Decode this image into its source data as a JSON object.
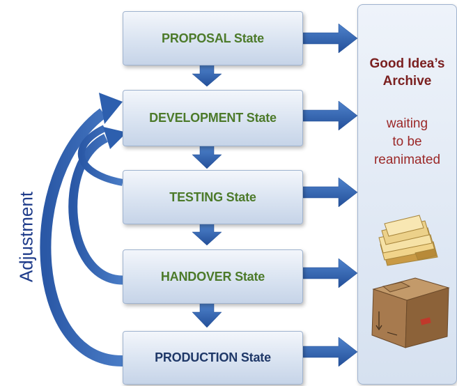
{
  "states": [
    {
      "label": "PROPOSAL State"
    },
    {
      "label": "DEVELOPMENT State"
    },
    {
      "label": "TESTING State"
    },
    {
      "label": "HANDOVER State"
    },
    {
      "label": "PRODUCTION State"
    }
  ],
  "archive": {
    "title_line1": "Good Idea’s",
    "title_line2": "Archive",
    "sub_line1": "waiting",
    "sub_line2": "to be",
    "sub_line3": "reanimated"
  },
  "side_label": "Adjustment",
  "colors": {
    "arrow_blue": "#2d5fae",
    "state_green": "#4c7a2a",
    "state_navy": "#1f3868",
    "archive_red": "#7a1f1f"
  }
}
